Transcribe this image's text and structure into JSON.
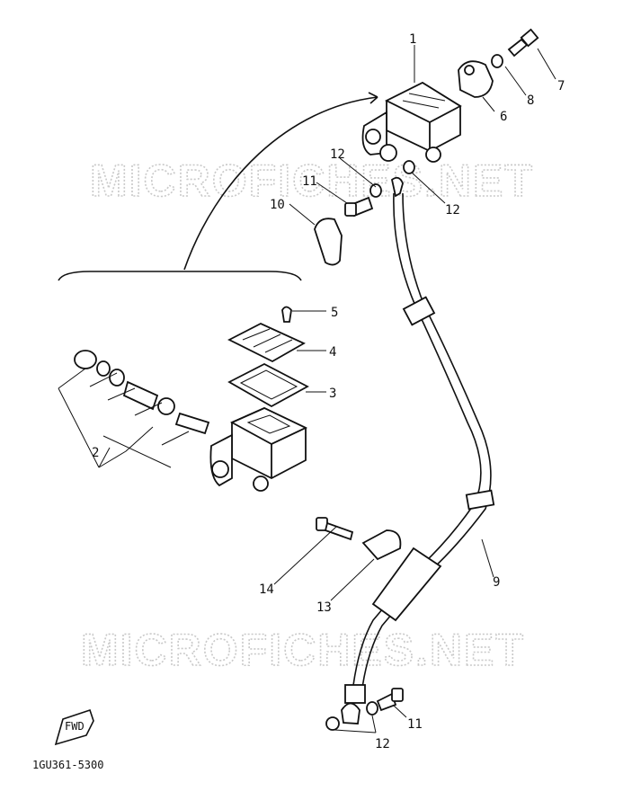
{
  "watermarks": [
    "MICROFICHES.NET",
    "MICROFICHES.NET"
  ],
  "callouts": {
    "c1": "1",
    "c2": "2",
    "c3": "3",
    "c4": "4",
    "c5": "5",
    "c6": "6",
    "c7": "7",
    "c8": "8",
    "c9": "9",
    "c10": "10",
    "c11a": "11",
    "c11b": "11",
    "c12a": "12",
    "c12b": "12",
    "c12c": "12",
    "c13": "13",
    "c14": "14"
  },
  "diagram_code": "1GU361-5300",
  "front_mark": "FWD"
}
